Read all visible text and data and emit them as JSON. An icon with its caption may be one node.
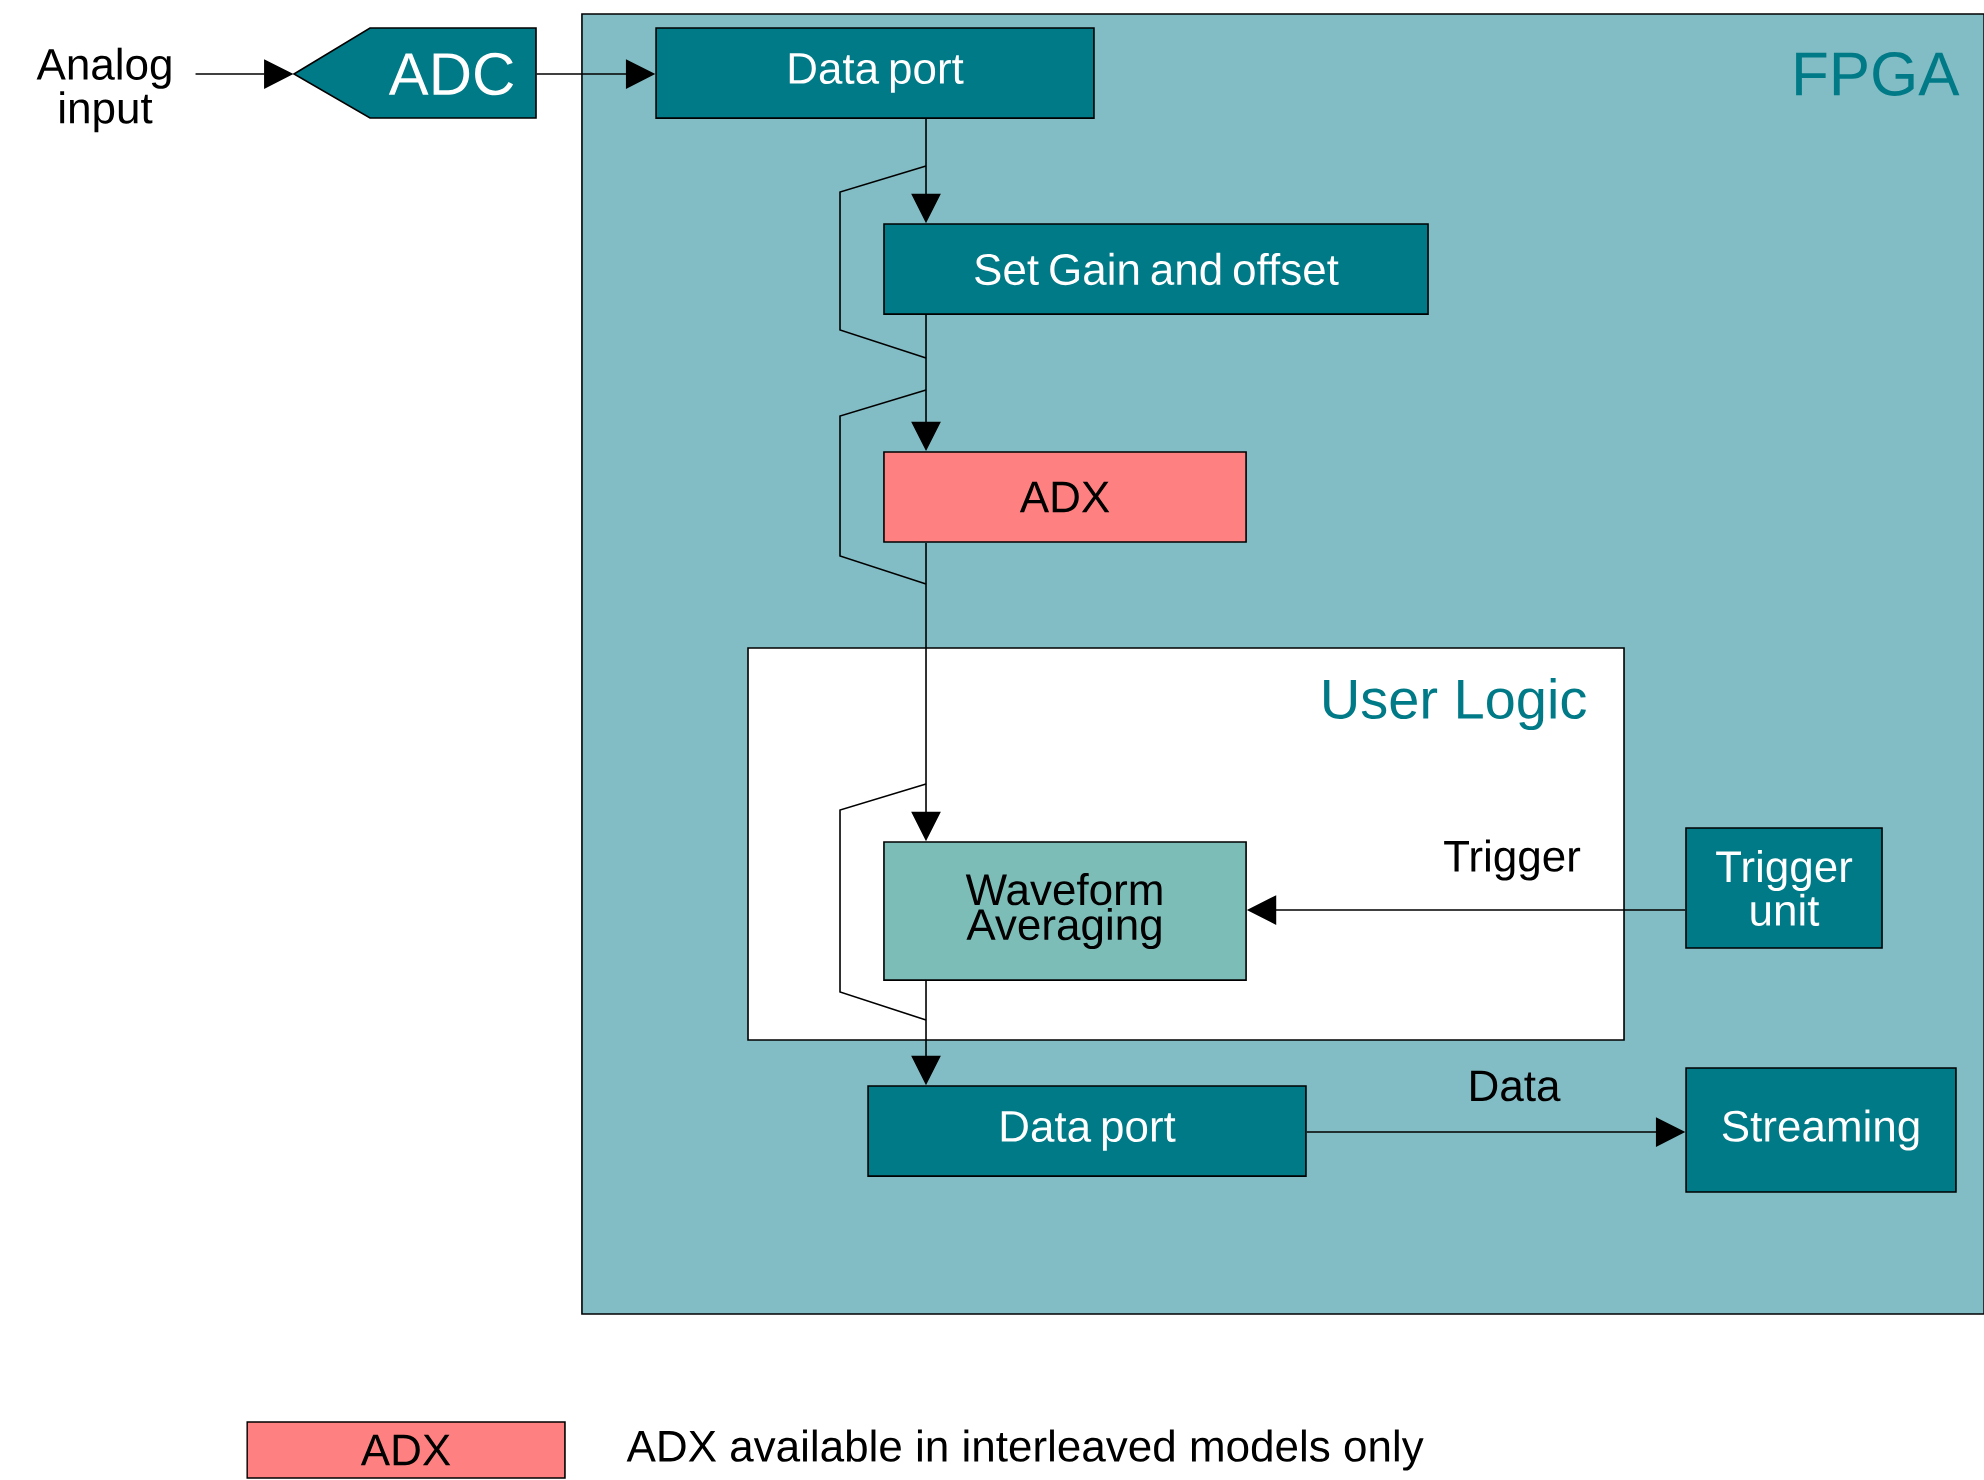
{
  "diagram": {
    "nodes": [
      {
        "text": [
          "Analog input"
        ]
      },
      {
        "text": [
          "ADC"
        ]
      },
      {
        "text": [
          "FPGA"
        ]
      },
      {
        "text": [
          "Data port"
        ],
        "in": 2
      },
      {
        "text": [
          "Set Gain and offset"
        ],
        "in": 2
      },
      {
        "text": [
          "ADX"
        ],
        "in": 2
      },
      {
        "text": [
          "User Logic"
        ],
        "in": 2
      },
      {
        "text": [
          "Waveform Averaging"
        ],
        "in": 6
      },
      {
        "text": [
          "Trigger unit"
        ],
        "in": 2
      },
      {
        "text": [
          "Data port"
        ],
        "in": 2
      },
      {
        "text": [
          "Streaming"
        ],
        "in": 2
      }
    ],
    "edges": [
      {
        "from": 0,
        "to": 1,
        "arrow": "to"
      },
      {
        "from": 1,
        "to": 3,
        "arrow": "to"
      },
      {
        "from": 3,
        "to": 4,
        "arrow": "to"
      },
      {
        "from": 4,
        "to": 5,
        "arrow": "to"
      },
      {
        "from": 5,
        "to": 7,
        "arrow": "to"
      },
      {
        "from": 7,
        "to": 9,
        "arrow": "to"
      },
      {
        "from": 8,
        "to": 7,
        "label": "Trigger",
        "arrow": "to"
      },
      {
        "from": 9,
        "to": 10,
        "label": "Data",
        "arrow": "to"
      }
    ],
    "labels": [
      "ADX"
    ],
    "legend": [
      {
        "text": "ADX available in interleaved models only",
        "color": "#ff8080"
      }
    ]
  }
}
